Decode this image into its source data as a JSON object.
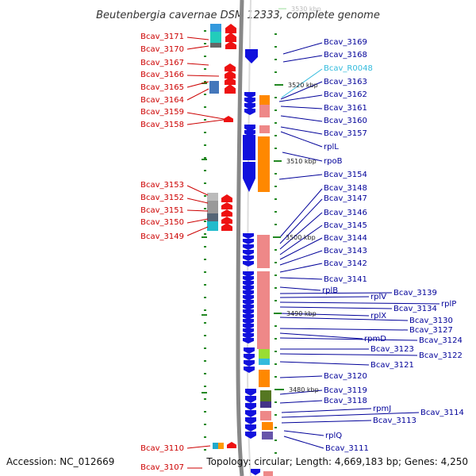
{
  "title": "Beutenbergia cavernae DSM 12333, complete genome",
  "footer": {
    "accession": "Accession: NC_012669",
    "topology": "Topology: circular; Length: 4,669,183 bp; Genes: 4,250"
  },
  "ticks": [
    {
      "label": "3530 kbp",
      "faint": true
    },
    {
      "label": "3520 kbp"
    },
    {
      "label": "3510 kbp"
    },
    {
      "label": "3500 kbp"
    },
    {
      "label": "3490 kbp"
    },
    {
      "label": "3480 kbp"
    }
  ],
  "left_labels": [
    "Bcav_3171",
    "Bcav_3170",
    "Bcav_3167",
    "Bcav_3166",
    "Bcav_3165",
    "Bcav_3164",
    "Bcav_3159",
    "Bcav_3158",
    "Bcav_3153",
    "Bcav_3152",
    "Bcav_3151",
    "Bcav_3150",
    "Bcav_3149",
    "Bcav_3110",
    "Bcav_3107"
  ],
  "right_labels": [
    "Bcav_3169",
    "Bcav_3168",
    "Bcav_R0048",
    "Bcav_3163",
    "Bcav_3162",
    "Bcav_3161",
    "Bcav_3160",
    "Bcav_3157",
    "rplL",
    "rpoB",
    "Bcav_3154",
    "Bcav_3148",
    "Bcav_3147",
    "Bcav_3146",
    "Bcav_3145",
    "Bcav_3144",
    "Bcav_3143",
    "Bcav_3142",
    "Bcav_3141",
    "rplB",
    "Bcav_3139",
    "rplV",
    "rplP",
    "Bcav_3134",
    "Bcav_3130",
    "rplX",
    "Bcav_3127",
    "rpmD",
    "Bcav_3124",
    "Bcav_3123",
    "Bcav_3122",
    "Bcav_3121",
    "Bcav_3120",
    "Bcav_3119",
    "Bcav_3118",
    "rpmJ",
    "Bcav_3114",
    "Bcav_3113",
    "rplQ",
    "Bcav_3111"
  ],
  "colors": {
    "red_label": "#cc0000",
    "blue_label": "#000099",
    "rna_label": "#33bbdd",
    "gene_red": "#ee1111",
    "gene_blue": "#1111dd",
    "gene_pink": "#ee8888",
    "gene_orange": "#ff8800",
    "backbone": "#888888",
    "tick_green": "#228822"
  }
}
